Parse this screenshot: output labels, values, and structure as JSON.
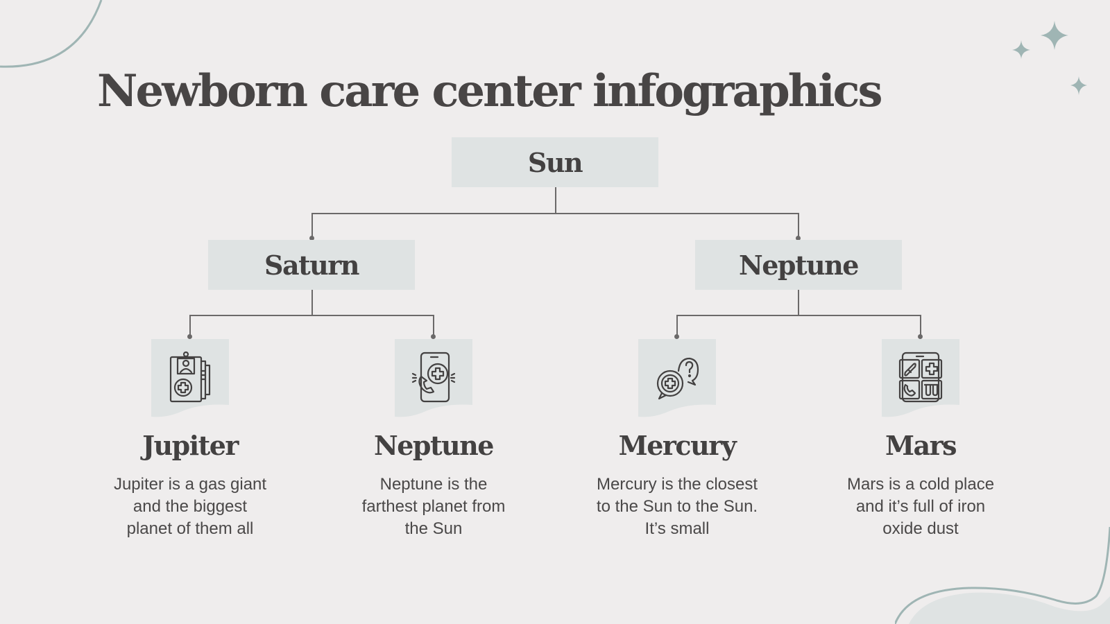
{
  "title": "Newborn care center infographics",
  "colors": {
    "background": "#efeded",
    "node_fill": "#dfe3e3",
    "connector": "#6b6969",
    "accent_teal": "#9fb5b4",
    "text": "#434141"
  },
  "root": {
    "label": "Sun"
  },
  "branches": [
    {
      "label": "Saturn",
      "children": [
        {
          "title": "Jupiter",
          "icon": "medical-record-icon",
          "description": "Jupiter is a gas giant and the biggest planet of them all",
          "lines": [
            "Jupiter is a gas giant",
            "and the biggest",
            "planet of them all"
          ]
        },
        {
          "title": "Neptune",
          "icon": "phone-medical-call-icon",
          "description": "Neptune is the farthest planet from the Sun",
          "lines": [
            "Neptune is the",
            "farthest planet from",
            "the Sun"
          ]
        }
      ]
    },
    {
      "label": "Neptune",
      "children": [
        {
          "title": "Mercury",
          "icon": "medical-chat-question-icon",
          "description": "Mercury is the closest to the Sun to the Sun. It’s small",
          "lines": [
            "Mercury is the closest",
            "to the Sun to the Sun.",
            "It’s small"
          ]
        },
        {
          "title": "Mars",
          "icon": "health-app-icon",
          "description": "Mars is a cold place and it’s full of iron oxide dust",
          "lines": [
            "Mars is a cold place",
            "and it’s full of iron",
            "oxide dust"
          ]
        }
      ]
    }
  ],
  "decorations": [
    "corner-arc-top-left",
    "sparkle-cluster-top-right",
    "wave-bottom-right"
  ]
}
